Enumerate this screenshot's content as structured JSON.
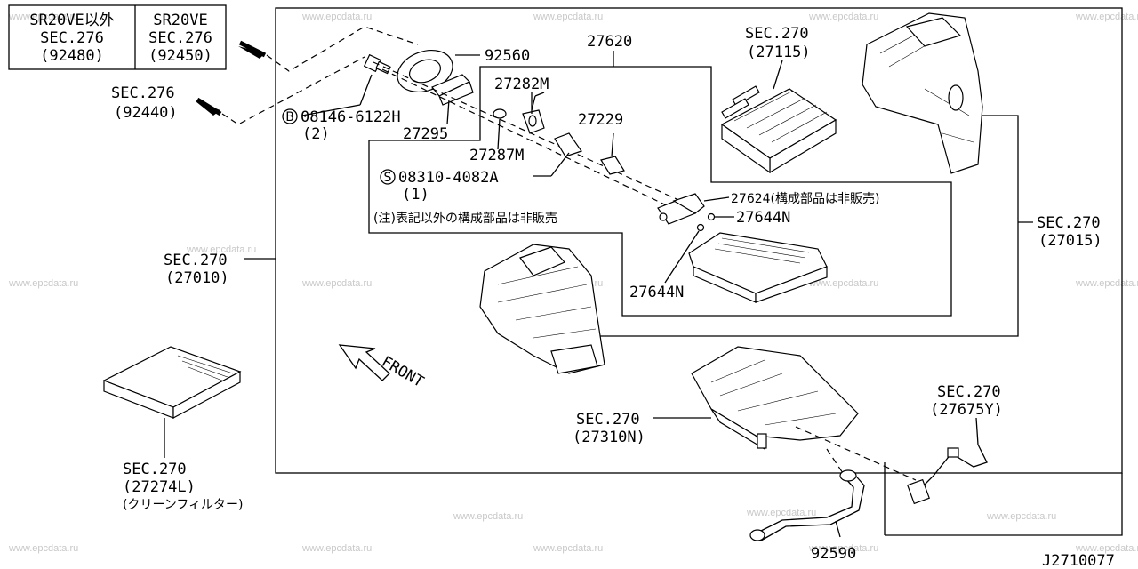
{
  "watermark": "www.epcdata.ru",
  "diagram_id": "J2710077",
  "ref_table": {
    "left": {
      "line1": "SR20VE以外",
      "line2": "SEC.276",
      "line3": "(92480)"
    },
    "right": {
      "line1": "SR20VE",
      "line2": "SEC.276",
      "line3": "(92450)"
    }
  },
  "labels": {
    "sec276_92440_a": "SEC.276",
    "sec276_92440_b": "(92440)",
    "p92560": "92560",
    "p27620": "27620",
    "p27282m": "27282M",
    "p27229": "27229",
    "bolt_b_code": "08146-6122H",
    "bolt_b_qty": "(2)",
    "p27295": "27295",
    "p27287m": "27287M",
    "screw_s_code": "08310-4082A",
    "screw_s_qty": "(1)",
    "note": "(注)表記以外の構成部品は非販売",
    "p27624": "27624(構成部品は非販売)",
    "p27644n_a": "27644N",
    "p27644n_b": "27644N",
    "sec270_27115_a": "SEC.270",
    "sec270_27115_b": "(27115)",
    "sec270_27015_a": "SEC.270",
    "sec270_27015_b": "(27015)",
    "sec270_27010_a": "SEC.270",
    "sec270_27010_b": "(27010)",
    "front": "FRONT",
    "sec270_27310n_a": "SEC.270",
    "sec270_27310n_b": "(27310N)",
    "sec270_27675y_a": "SEC.270",
    "sec270_27675y_b": "(27675Y)",
    "sec270_27274l_a": "SEC.270",
    "sec270_27274l_b": "(27274L)",
    "sec270_27274l_c": "(クリーンフィルター)",
    "p92590": "92590"
  },
  "markers": {
    "bolt": "B",
    "screw": "S"
  }
}
